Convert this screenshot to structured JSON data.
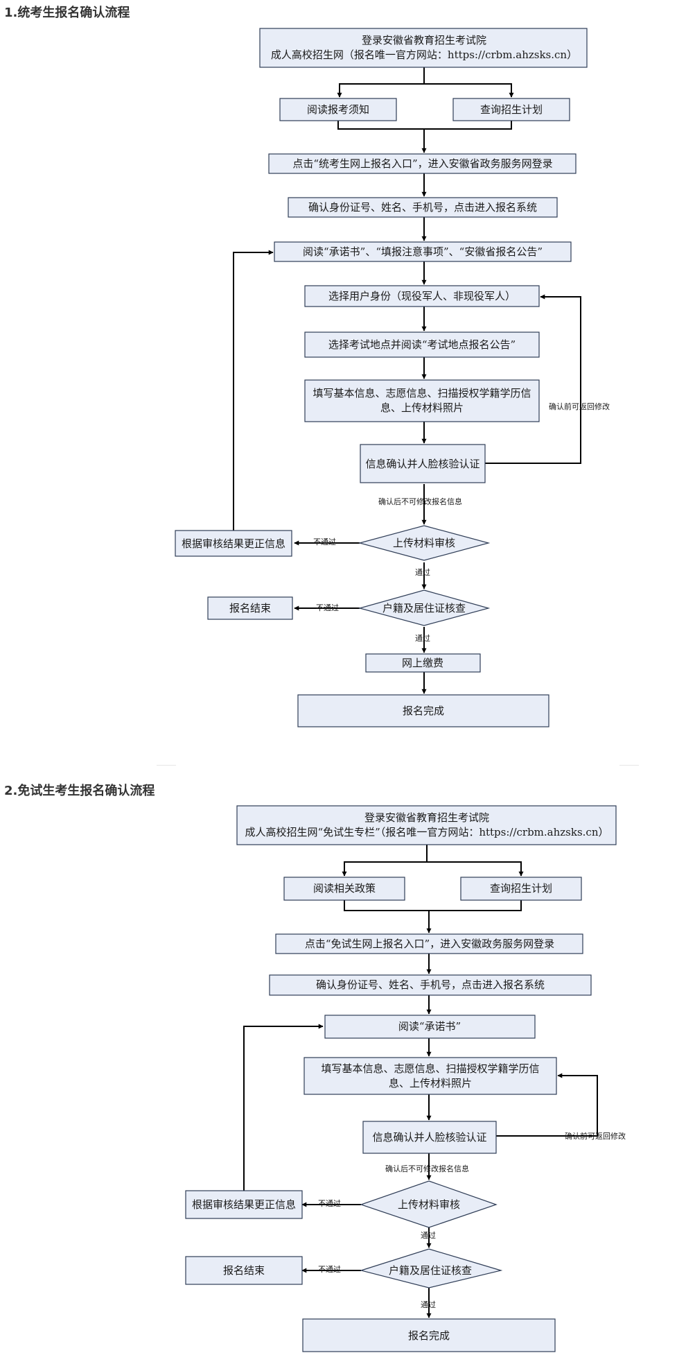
{
  "section1": {
    "heading": "1.统考生报名确认流程",
    "login_line1": "登录安徽省教育招生考试院",
    "login_line2": "成人高校招生网（报名唯一官方网站：https://crbm.ahzsks.cn）",
    "read_notice": "阅读报考须知",
    "query_plan": "查询招生计划",
    "click_entry": "点击“统考生网上报名入口”，进入安徽省政务服务网登录",
    "confirm_id": "确认身份证号、姓名、手机号，点击进入报名系统",
    "read_docs": "阅读“承诺书”、“填报注意事项”、“安徽省报名公告”",
    "select_identity": "选择用户身份（现役军人、非现役军人）",
    "select_location": "选择考试地点并阅读“考试地点报名公告”",
    "fill_line1": "填写基本信息、志愿信息、扫描授权学籍学历信",
    "fill_line2": "息、上传材料照片",
    "confirm_face": "信息确认并人脸核验认证",
    "note_before_confirm": "确认前可返回修改",
    "note_after_confirm": "确认后不可修改报名信息",
    "review_upload": "上传材料审核",
    "correct_info": "根据审核结果更正信息",
    "not_pass_1": "不通过",
    "pass_1": "通过",
    "household_check": "户籍及居住证核查",
    "not_pass_2": "不通过",
    "end": "报名结束",
    "pass_2": "通过",
    "online_payment": "网上缴费",
    "complete": "报名完成"
  },
  "section2": {
    "heading": "2.免试生考生报名确认流程",
    "login_line1": "登录安徽省教育招生考试院",
    "login_line2": "成人高校招生网“免试生专栏”（报名唯一官方网站：https://crbm.ahzsks.cn）",
    "read_policy": "阅读相关政策",
    "query_plan": "查询招生计划",
    "click_entry": "点击“免试生网上报名入口”，进入安徽政务服务网登录",
    "confirm_id": "确认身份证号、姓名、手机号，点击进入报名系统",
    "read_pledge": "阅读“承诺书”",
    "fill_line1": "填写基本信息、志愿信息、扫描授权学籍学历信",
    "fill_line2": "息、上传材料照片",
    "confirm_face": "信息确认并人脸核验认证",
    "note_before_confirm": "确认前可返回修改",
    "note_after_confirm": "确认后不可修改报名信息",
    "review_upload": "上传材料审核",
    "correct_info": "根据审核结果更正信息",
    "not_pass_1": "不通过",
    "pass_1": "通过",
    "household_check": "户籍及居住证核查",
    "not_pass_2": "不通过",
    "end": "报名结束",
    "pass_2": "通过",
    "complete": "报名完成"
  }
}
